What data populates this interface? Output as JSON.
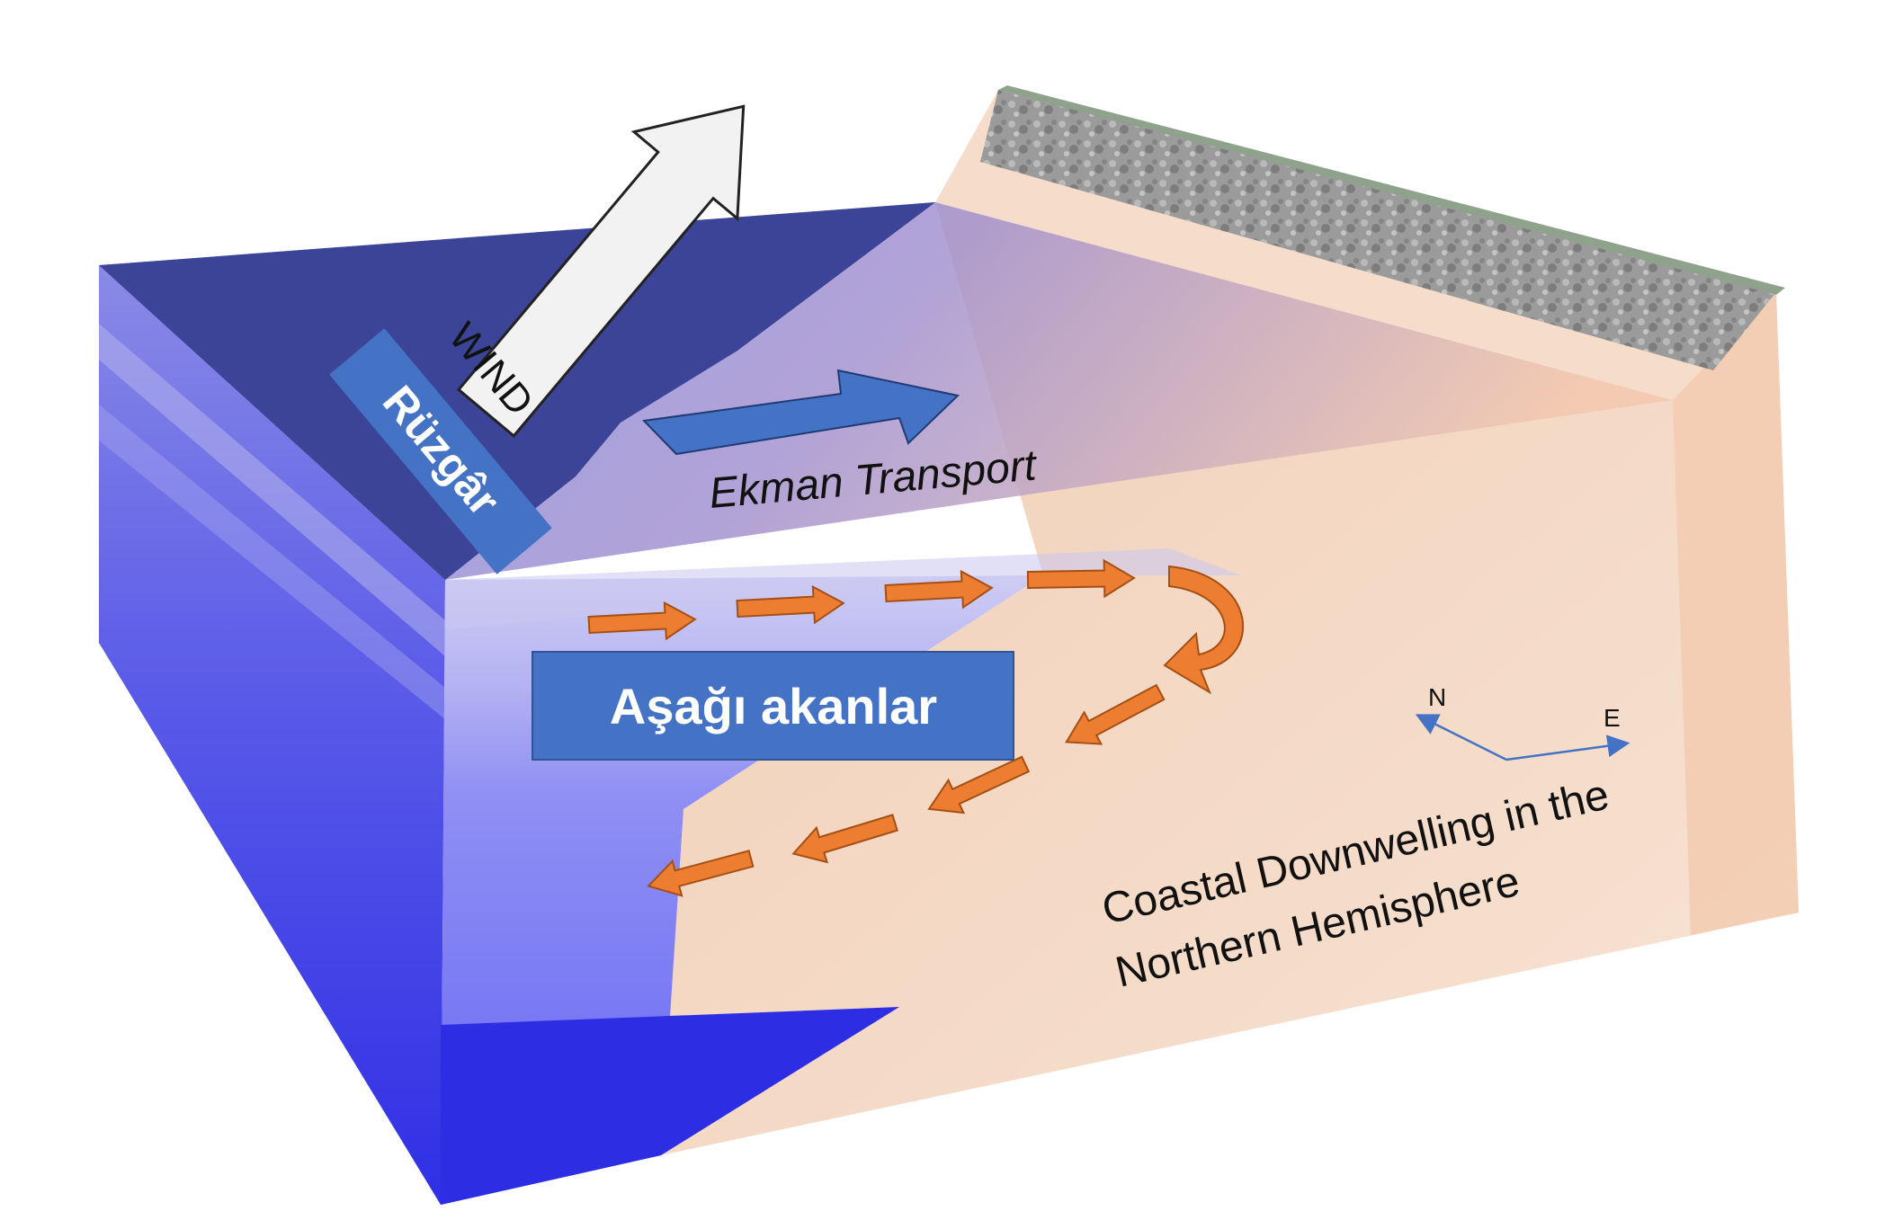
{
  "labels": {
    "wind": "WIND",
    "wind_tr": "Rüzgâr",
    "ekman": "Ekman Transport",
    "downwelling_tr": "Aşağı akanlar",
    "caption_line1": "Coastal Downwelling in the",
    "caption_line2": "Northern Hemisphere",
    "compass_n": "N",
    "compass_e": "E"
  },
  "colors": {
    "ocean_surface_dark": "#3c4596",
    "ocean_front_deep": "#2b2de6",
    "ocean_layer_mid": "#7a7cf5",
    "ocean_layer_light": "#c9c7f2",
    "seabed_sand": "#f3d3bd",
    "cliff_rock": "#9a9a9a",
    "label_box": "#4472c4",
    "ekman_arrow": "#4472c4",
    "flow_arrow": "#ed7d31",
    "wind_arrow": "#f2f2f2"
  }
}
